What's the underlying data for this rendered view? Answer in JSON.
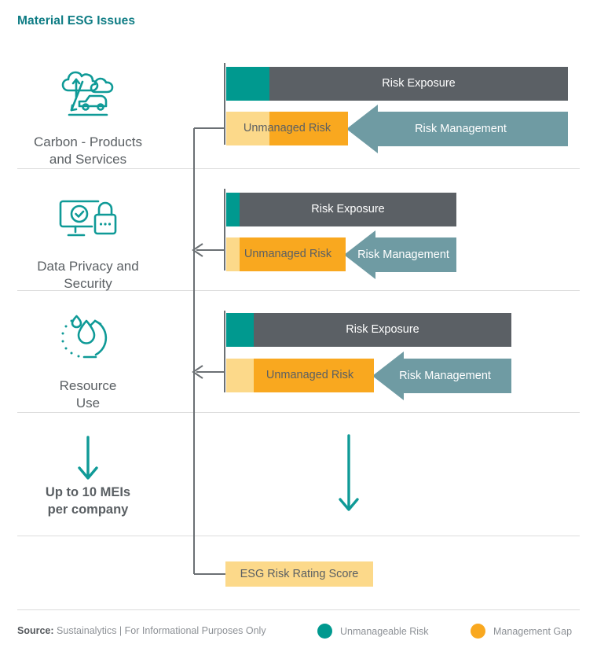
{
  "title": "Material ESG Issues",
  "colors": {
    "teal": "#00998f",
    "title_teal": "#0e7c84",
    "grey_bar": "#5b6065",
    "light_yellow": "#fcd98a",
    "orange": "#f9a81f",
    "risk_mgmt": "#6f9ba3",
    "text_grey": "#5a5f63",
    "separator": "#dcdcdc",
    "connector": "#6b7074"
  },
  "labels": {
    "risk_exposure": "Risk Exposure",
    "unmanaged_risk": "Unmanaged Risk",
    "risk_management": "Risk Management"
  },
  "issues": [
    {
      "name": "Carbon - Products and Services",
      "line1": "Carbon - Products",
      "line2": "and Services",
      "icon": "carbon-emissions-icon",
      "exposure_end": 723,
      "unmanageable_end": 343,
      "unmanaged_end": 443,
      "risk_mgmt_start": 443,
      "risk_mgmt_end": 723
    },
    {
      "name": "Data Privacy and Security",
      "line1": "Data Privacy and",
      "line2": "Security",
      "icon": "monitor-lock-icon",
      "exposure_end": 581,
      "unmanageable_end": 305,
      "unmanaged_end": 440,
      "risk_mgmt_start": 440,
      "risk_mgmt_end": 581
    },
    {
      "name": "Resource Use",
      "line1": "Resource",
      "line2": "Use",
      "icon": "water-recycle-icon",
      "exposure_end": 651,
      "unmanageable_end": 323,
      "unmanaged_end": 476,
      "risk_mgmt_start": 476,
      "risk_mgmt_end": 651
    }
  ],
  "mei": {
    "line1": "Up to 10 MEIs",
    "line2": "per company",
    "arrow": "down-arrow-icon"
  },
  "score": {
    "label": "ESG Risk Rating Score"
  },
  "footer": {
    "source_prefix": "Source:",
    "source_text": "Sustainalytics  |  For Informational Purposes Only",
    "legend": [
      {
        "label": "Unmanageable Risk",
        "color": "#00998f",
        "name": "legend-unmanageable-risk"
      },
      {
        "label": "Management Gap",
        "color": "#f9a81f",
        "name": "legend-management-gap"
      }
    ]
  }
}
